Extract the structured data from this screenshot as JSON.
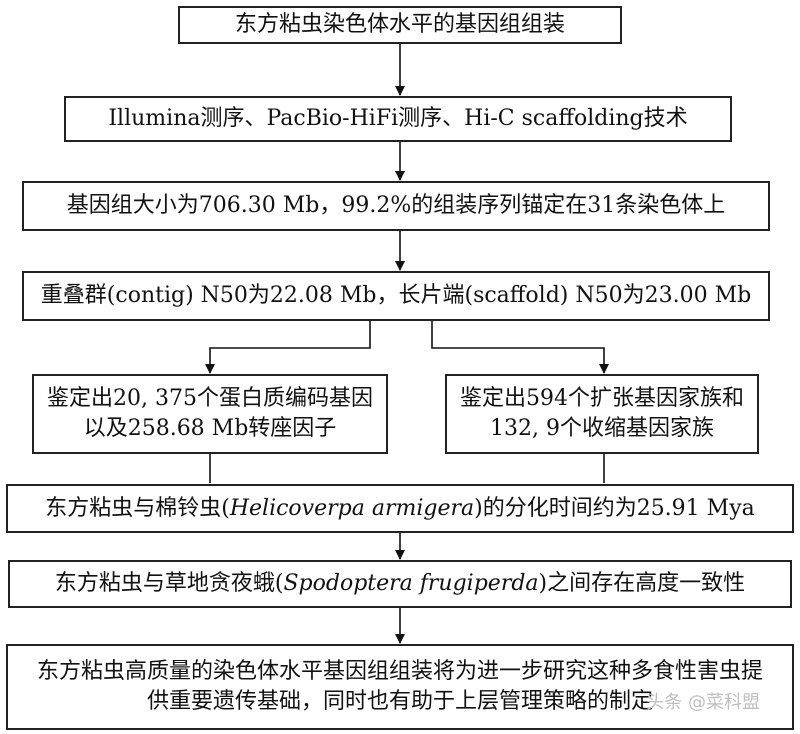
{
  "boxes": {
    "b1": "东方粘虫染色体水平的基因组组装",
    "b2": "Illumina测序、PacBio-HiFi测序、Hi-C scaffolding技术",
    "b3": "基因组大小为706.30 Mb，99.2%的组装序列锚定在31条染色体上",
    "b4": "重叠群(contig) N50为22.08 Mb，长片端(scaffold) N50为23.00 Mb",
    "b5": "鉴定出20, 375个蛋白质编码基因以及258.68 Mb转座因子",
    "b6": "鉴定出594个扩张基因家族和132, 9个收缩基因家族",
    "b7": {
      "pre": "东方粘虫与棉铃虫(",
      "italic": "Helicoverpa armigera",
      "post": ")的分化时间约为25.91 Mya"
    },
    "b8": {
      "pre": "东方粘虫与草地贪夜蛾(",
      "italic": "Spodoptera frugiperda",
      "post": ")之间存在高度一致性"
    },
    "b9": "东方粘虫高质量的染色体水平基因组组装将为进一步研究这种多食性害虫提供重要遗传基础，同时也有助于上层管理策略的制定"
  },
  "watermark": "头条 @菜科盟"
}
